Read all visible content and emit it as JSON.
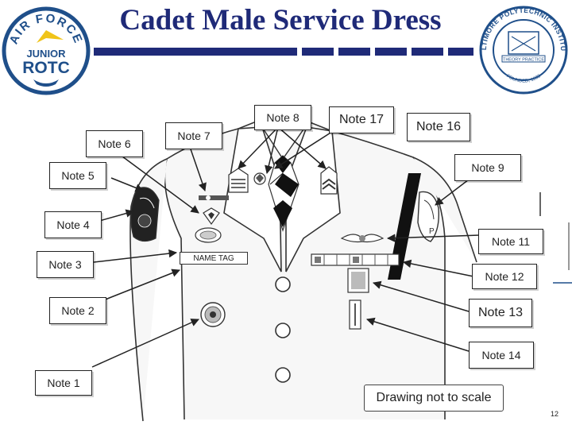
{
  "title": "Cadet Male Service Dress",
  "logos": {
    "left": {
      "arc_text": "AIR FORCE",
      "line1": "JUNIOR",
      "line2": "ROTC"
    },
    "right": {
      "arc_text": "BALTIMORE POLYTECHNIC INSTITUTE",
      "ribbon": "THEORY PRACTICE",
      "founded": "FOUNDED, 1883"
    }
  },
  "notes": [
    {
      "label": "Note 1"
    },
    {
      "label": "Note 2"
    },
    {
      "label": "Note 3"
    },
    {
      "label": "Note 4"
    },
    {
      "label": "Note 5"
    },
    {
      "label": "Note 6"
    },
    {
      "label": "Note 7"
    },
    {
      "label": "Note 8"
    },
    {
      "label": "Note 17"
    },
    {
      "label": "Note 16"
    },
    {
      "label": "Note 9"
    },
    {
      "label": "Note 11"
    },
    {
      "label": "Note 12"
    },
    {
      "label": "Note 13"
    },
    {
      "label": "Note 14"
    }
  ],
  "name_tag": "NAME TAG",
  "scale_note": "Drawing not to scale",
  "page_number": "12",
  "colors": {
    "title": "#1f2a78",
    "rule": "#1f2a78",
    "logo_blue": "#1f4f8a",
    "outline": "#222222"
  }
}
